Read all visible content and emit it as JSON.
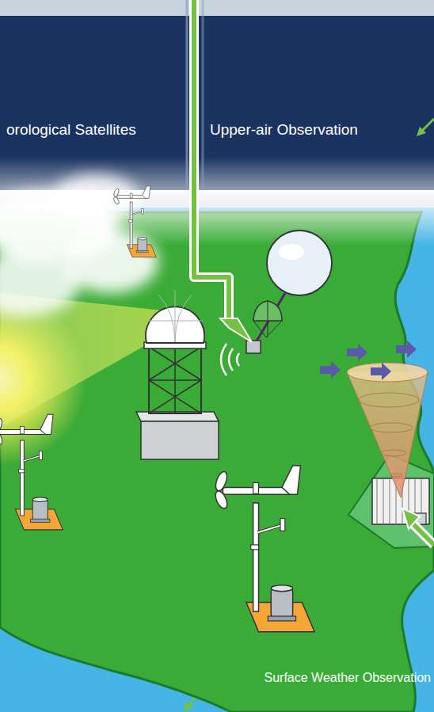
{
  "diagram": {
    "labels": [
      "orological Satellites",
      "Upper-air Observation",
      "Surface Weather Observation"
    ]
  }
}
